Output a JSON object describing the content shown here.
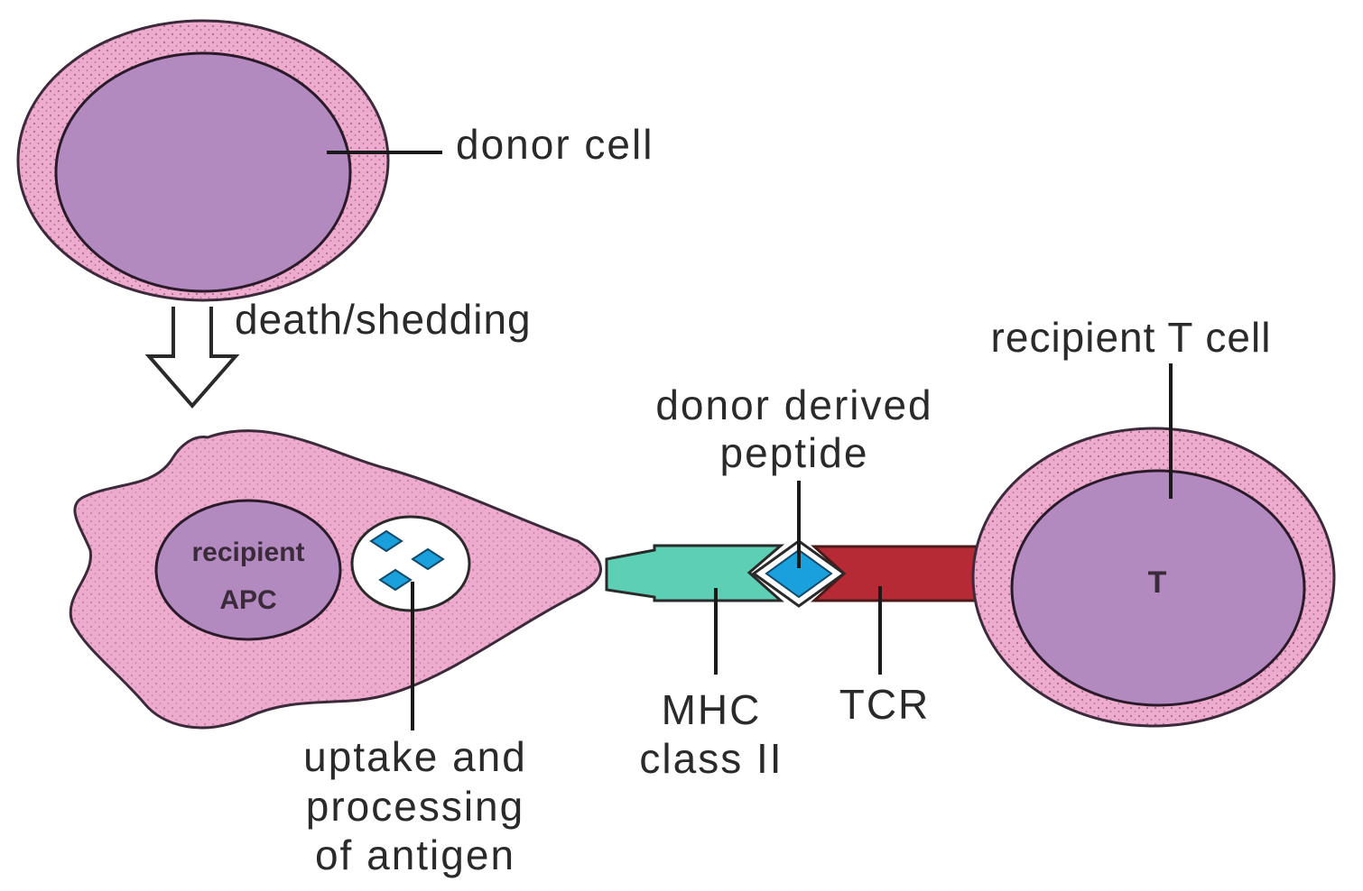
{
  "labels": {
    "donor_cell": "donor cell",
    "death_shedding": "death/shedding",
    "recipient_t_cell": "recipient T cell",
    "donor_derived_line1": "donor derived",
    "donor_derived_line2": "peptide",
    "apc_line1": "recipient",
    "apc_line2": "APC",
    "t_nucleus": "T",
    "mhc_line1": "MHC",
    "mhc_line2": "class II",
    "tcr": "TCR",
    "uptake_line1": "uptake and",
    "uptake_line2": "processing",
    "uptake_line3": "of antigen"
  },
  "colors": {
    "cell_membrane": "#eeabcd",
    "nucleus": "#b38abf",
    "outline": "#3a2a3a",
    "mhc": "#5ccfb5",
    "tcr": "#b52a35",
    "peptide": "#1aa0dc"
  }
}
